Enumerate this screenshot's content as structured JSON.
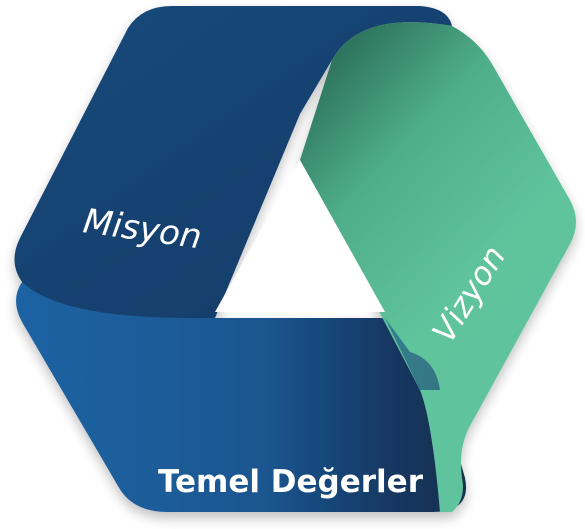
{
  "diagram": {
    "segments": [
      {
        "id": "misyon",
        "label": "Misyon",
        "color": "#163f6e"
      },
      {
        "id": "vizyon",
        "label": "Vizyon",
        "color": "#5ec39c"
      },
      {
        "id": "temel",
        "label": "Temel Değerler",
        "color": "#1b5b96"
      }
    ],
    "background_color": "#ffffff",
    "center_color": "#ffffff"
  }
}
